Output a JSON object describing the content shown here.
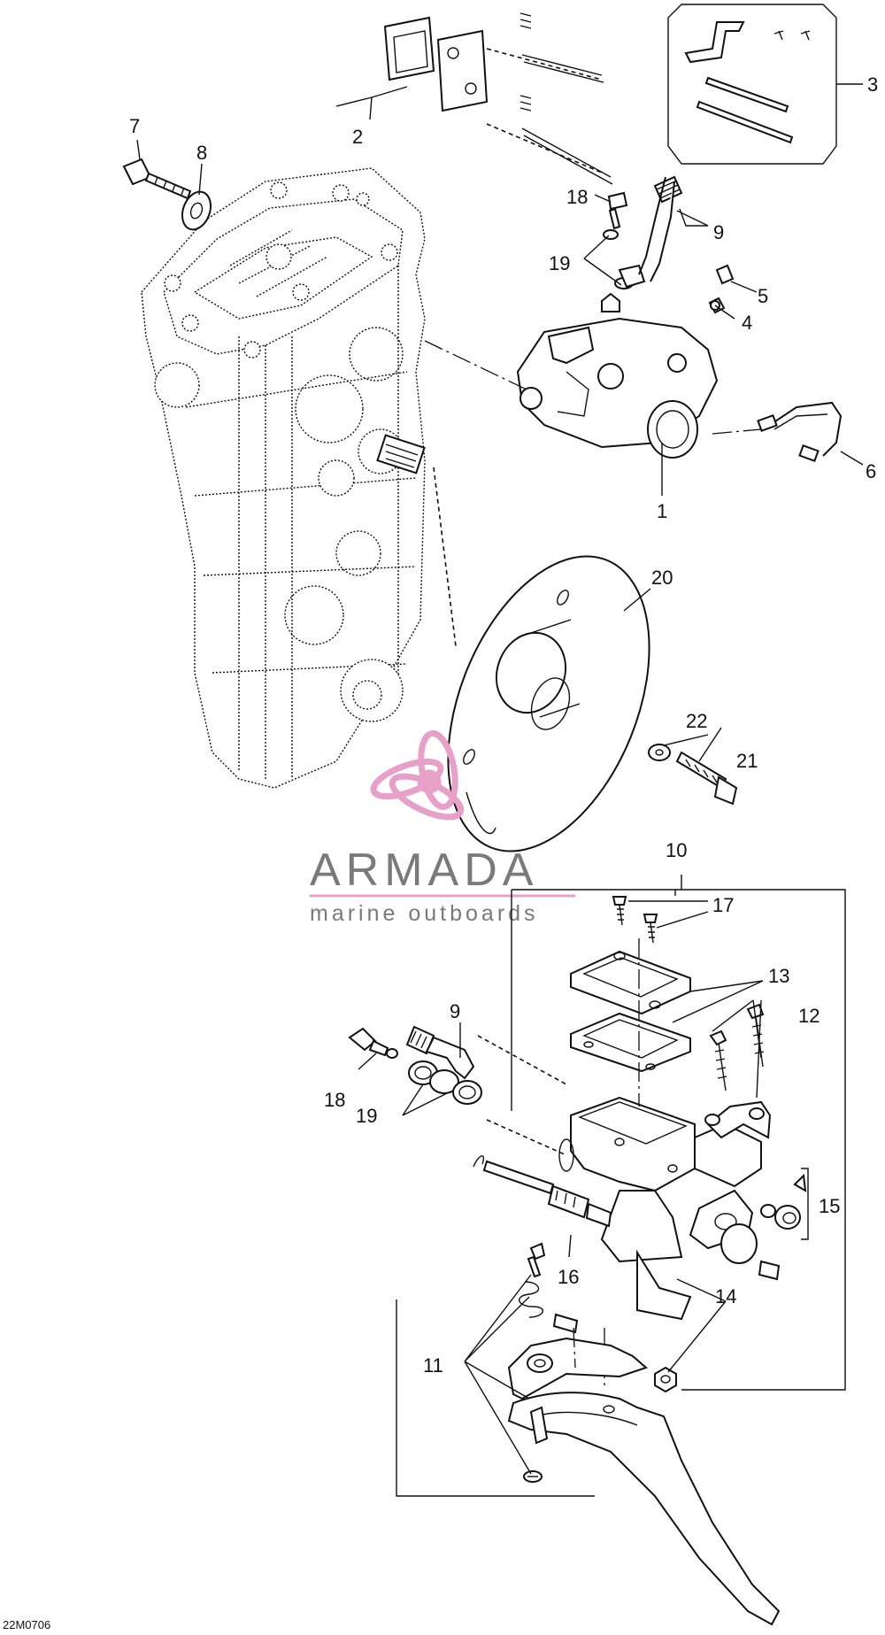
{
  "diagram": {
    "doc_code": "22M0706",
    "callouts": [
      "1",
      "2",
      "3",
      "4",
      "5",
      "6",
      "7",
      "8",
      "9",
      "10",
      "11",
      "12",
      "13",
      "14",
      "15",
      "16",
      "17",
      "18",
      "19",
      "20",
      "21",
      "22"
    ],
    "callouts_lower": [
      "9",
      "18",
      "19"
    ]
  },
  "watermark": {
    "brand": "ARMADA",
    "tagline": "marine outboards",
    "colors": {
      "dark": "#7a7a7a",
      "accent": "#e7a0c8"
    }
  }
}
